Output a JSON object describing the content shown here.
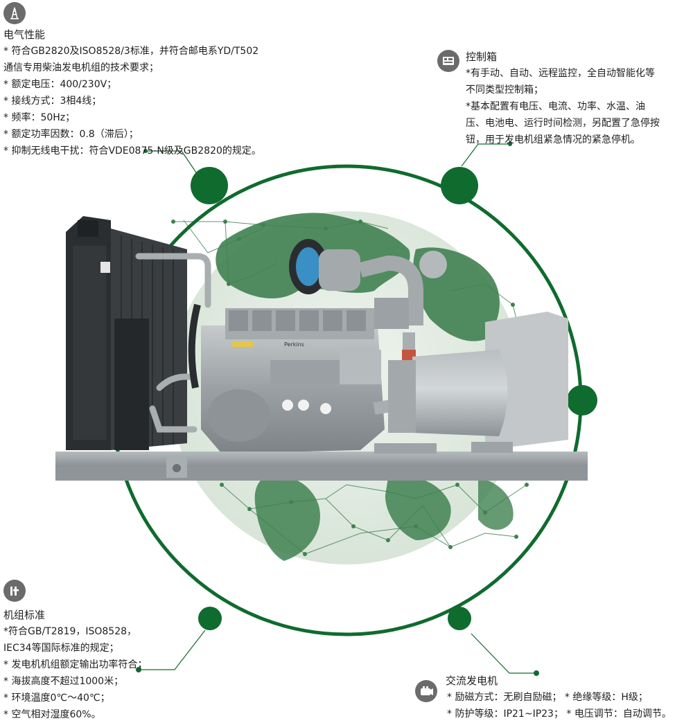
{
  "sections": {
    "electrical": {
      "title": "电气性能",
      "icon": "tower-icon",
      "lines": [
        "* 符合GB2820及ISO8528/3标准，并符合邮电系YD/T502",
        "通信专用柴油发电机组的技术要求；",
        "* 额定电压：400/230V；",
        "* 接线方式：3相4线；",
        "* 频率：50Hz；",
        "* 额定功率因数：0.8（滞后）；",
        "* 抑制无线电干扰：符合VDE0875-N级及GB2820的规定。"
      ]
    },
    "control_box": {
      "title": "控制箱",
      "icon": "control-box-icon",
      "lines": [
        "*有手动、自动、远程监控，全自动智能化等",
        "不同类型控制箱；",
        "*基本配置有电压、电流、功率、水温、油",
        "压、电池电、运行时间检测，另配置了急停按",
        "钮，用于发电机组紧急情况的紧急停机。"
      ]
    },
    "standards": {
      "title": "机组标准",
      "icon": "standard-icon",
      "lines": [
        "*符合GB/T2819，ISO8528，",
        "IEC34等国际标准的规定；",
        "* 发电机机组额定输出功率符合；",
        "* 海拔高度不超过1000米；",
        "* 环境温度0℃～40℃；",
        "* 空气相对湿度60%。"
      ]
    },
    "alternator": {
      "title": "交流发电机",
      "icon": "alternator-icon",
      "lines": [
        "* 励磁方式：无刷自励磁；  * 绝缘等级：H级；",
        "* 防护等级：IP21~IP23；  * 电压调节：自动调节。"
      ]
    }
  },
  "colors": {
    "accent": "#0f6b2e",
    "globe": "#dfe9df",
    "land": "#3d7f4e",
    "metal": "#9ea3a6",
    "dark_metal": "#2f3234",
    "icon": "#6b6b6b"
  },
  "image": {
    "subject": "Perkins diesel generator set",
    "engine_label": "Perkins"
  }
}
